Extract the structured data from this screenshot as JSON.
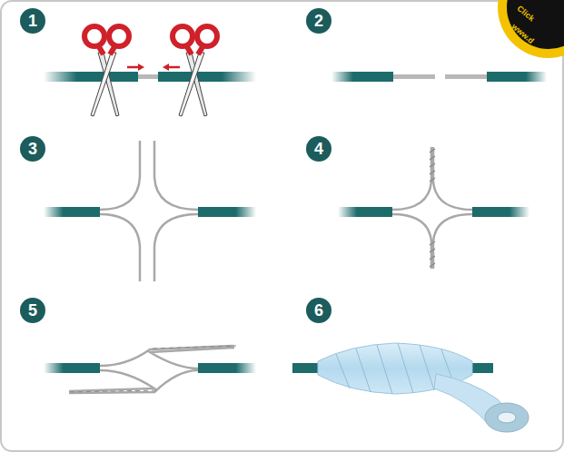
{
  "diagram": {
    "nodes": [
      {
        "text": [
          "1"
        ]
      },
      {
        "text": [
          "2"
        ]
      },
      {
        "text": [
          "3"
        ]
      },
      {
        "text": [
          "4"
        ]
      },
      {
        "text": [
          "5"
        ]
      },
      {
        "text": [
          "6"
        ]
      }
    ],
    "labels": [
      "Click",
      "www.d"
    ]
  }
}
